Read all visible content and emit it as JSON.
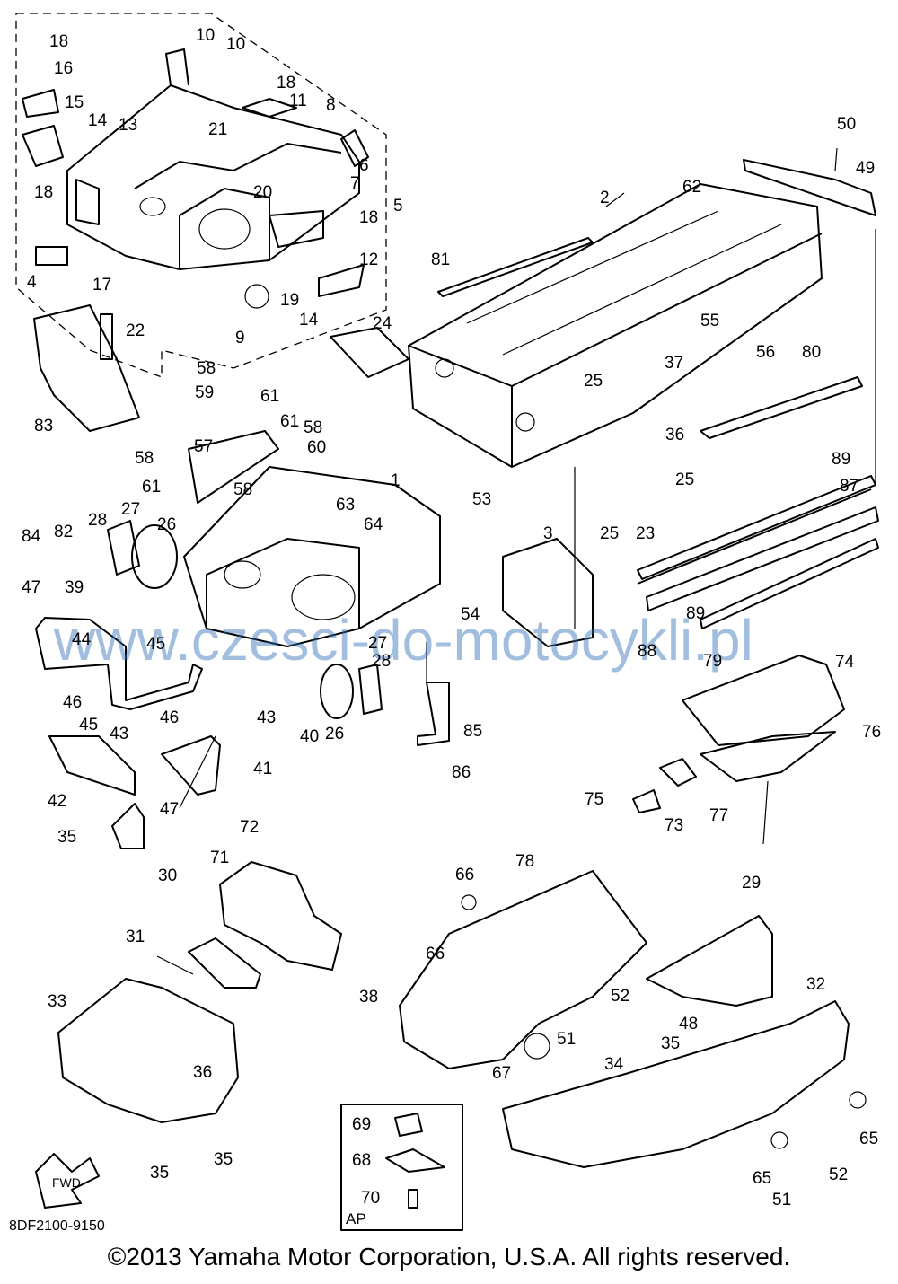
{
  "diagram_code": "8DF2100-9150",
  "copyright": "©2013 Yamaha Motor Corporation, U.S.A. All rights reserved.",
  "watermark": "www.czesci-do-motocykli.pl",
  "inset_label": "AP",
  "fwd_label": "FWD",
  "callouts": [
    "18",
    "16",
    "15",
    "14",
    "13",
    "10",
    "10",
    "18",
    "11",
    "21",
    "8",
    "6",
    "7",
    "18",
    "5",
    "20",
    "19",
    "12",
    "14",
    "9",
    "18",
    "17",
    "4",
    "22",
    "24",
    "2",
    "62",
    "50",
    "49",
    "81",
    "55",
    "37",
    "56",
    "80",
    "25",
    "36",
    "25",
    "25",
    "23",
    "89",
    "87",
    "58",
    "59",
    "61",
    "61",
    "58",
    "60",
    "58",
    "57",
    "61",
    "58",
    "1",
    "63",
    "64",
    "53",
    "3",
    "83",
    "82",
    "84",
    "28",
    "27",
    "26",
    "47",
    "39",
    "45",
    "44",
    "54",
    "89",
    "88",
    "79",
    "74",
    "76",
    "46",
    "46",
    "45",
    "43",
    "43",
    "40",
    "26",
    "27",
    "28",
    "85",
    "41",
    "42",
    "47",
    "75",
    "73",
    "77",
    "86",
    "35",
    "30",
    "72",
    "71",
    "31",
    "33",
    "66",
    "66",
    "78",
    "29",
    "38",
    "52",
    "51",
    "48",
    "35",
    "34",
    "32",
    "36",
    "67",
    "65",
    "65",
    "69",
    "68",
    "70",
    "35",
    "35",
    "52",
    "51"
  ]
}
